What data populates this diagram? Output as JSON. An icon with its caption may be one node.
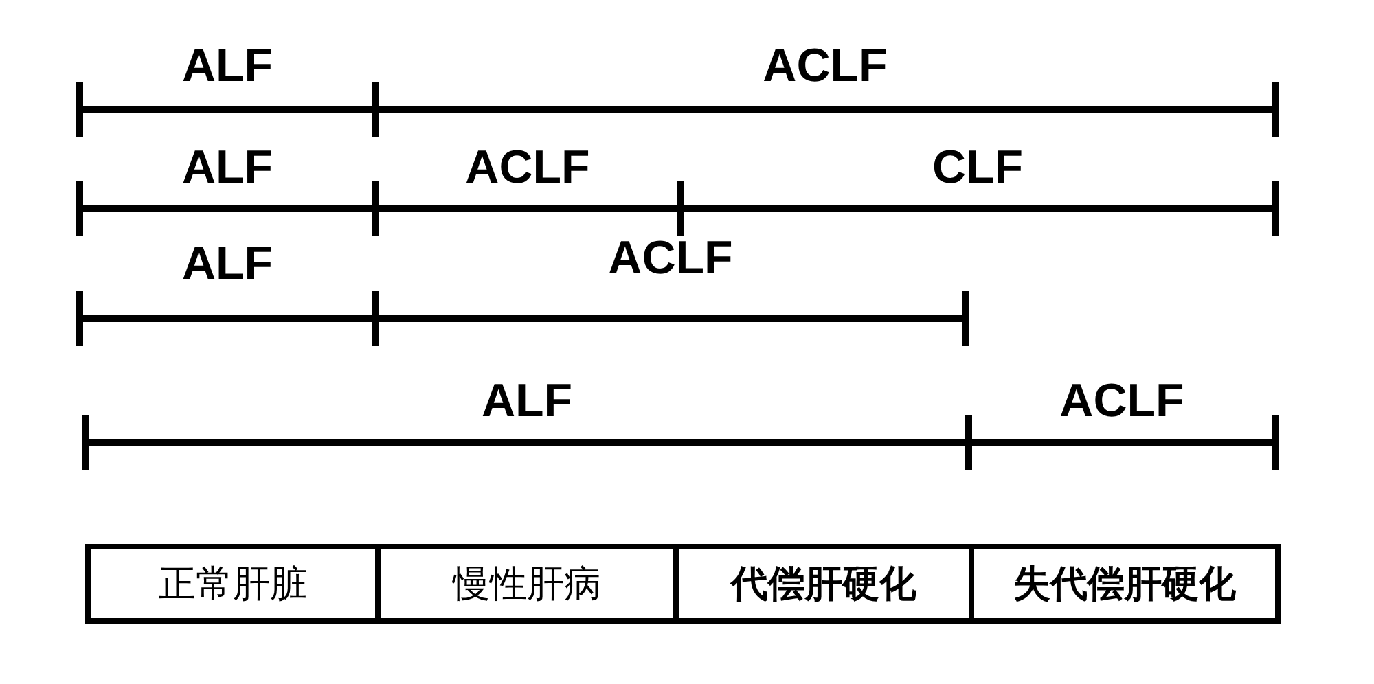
{
  "diagram": {
    "nodes": [
      {
        "text": [
          "正常肝脏"
        ]
      },
      {
        "text": [
          "慢性肝病"
        ]
      },
      {
        "text": [
          "代偿肝硬化"
        ]
      },
      {
        "text": [
          "失代偿肝硬化"
        ]
      }
    ],
    "labels": [
      "ALF",
      "ACLF",
      "ALF",
      "ACLF",
      "CLF",
      "ALF",
      "ACLF",
      "ALF",
      "ACLF"
    ]
  }
}
